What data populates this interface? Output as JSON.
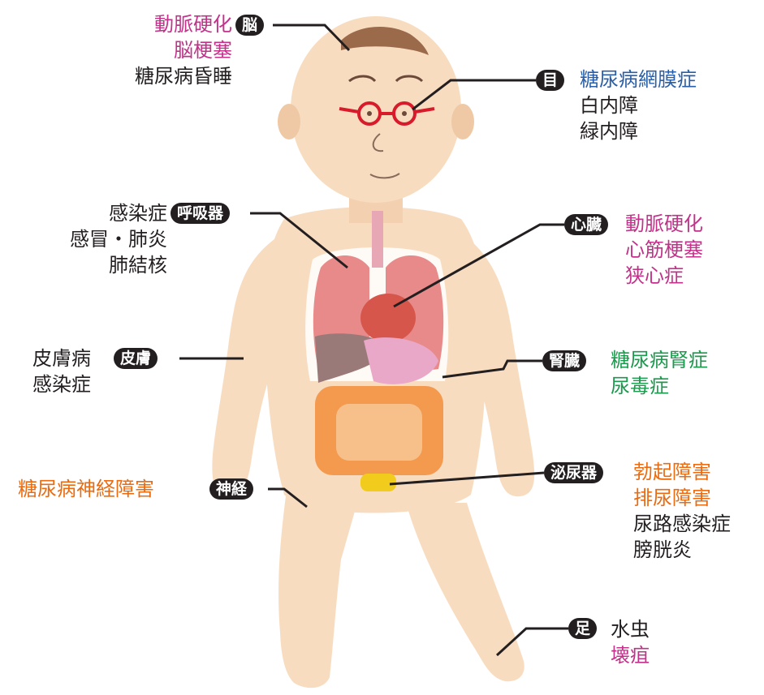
{
  "colors": {
    "skin": "#f8dcc0",
    "skin_shadow": "#efc9a5",
    "hair": "#9a6a4a",
    "leader": "#231f20",
    "glasses": "#d81b2a",
    "lungs": "#e88a8a",
    "heart": "#d6564c",
    "liver": "#9a7a78",
    "stomach": "#e9a8c8",
    "intestines": "#f39a4e",
    "bladder": "#f2cc1c",
    "text_black": "#231f20",
    "text_pink": "#c2328a",
    "text_blue": "#2a5fa8",
    "text_green": "#1a9a4c",
    "text_orange": "#ea6c12"
  },
  "organs": {
    "brain": {
      "tag": "脳",
      "conditions": [
        {
          "text": "動脈硬化",
          "color": "pink"
        },
        {
          "text": "脳梗塞",
          "color": "pink"
        },
        {
          "text": "糖尿病昏睡",
          "color": "black"
        }
      ]
    },
    "eye": {
      "tag": "目",
      "conditions": [
        {
          "text": "糖尿病網膜症",
          "color": "blue"
        },
        {
          "text": "白内障",
          "color": "black"
        },
        {
          "text": "緑内障",
          "color": "black"
        }
      ]
    },
    "respiratory": {
      "tag": "呼吸器",
      "conditions": [
        {
          "text": "感染症",
          "color": "black"
        },
        {
          "text": "感冒・肺炎",
          "color": "black"
        },
        {
          "text": "肺結核",
          "color": "black"
        }
      ]
    },
    "heart": {
      "tag": "心臓",
      "conditions": [
        {
          "text": "動脈硬化",
          "color": "pink"
        },
        {
          "text": "心筋梗塞",
          "color": "pink"
        },
        {
          "text": "狭心症",
          "color": "pink"
        }
      ]
    },
    "skin": {
      "tag": "皮膚",
      "conditions": [
        {
          "text": "皮膚病",
          "color": "black"
        },
        {
          "text": "感染症",
          "color": "black"
        }
      ]
    },
    "kidney": {
      "tag": "腎臓",
      "conditions": [
        {
          "text": "糖尿病腎症",
          "color": "green"
        },
        {
          "text": "尿毒症",
          "color": "green"
        }
      ]
    },
    "nerve": {
      "tag": "神経",
      "conditions": [
        {
          "text": "糖尿病神経障害",
          "color": "orange"
        }
      ]
    },
    "urinary": {
      "tag": "泌尿器",
      "conditions": [
        {
          "text": "勃起障害",
          "color": "orange"
        },
        {
          "text": "排尿障害",
          "color": "orange"
        },
        {
          "text": "尿路感染症",
          "color": "black"
        },
        {
          "text": "膀胱炎",
          "color": "black"
        }
      ]
    },
    "foot": {
      "tag": "足",
      "conditions": [
        {
          "text": "水虫",
          "color": "black"
        },
        {
          "text": "壊疽",
          "color": "pink"
        }
      ]
    }
  }
}
